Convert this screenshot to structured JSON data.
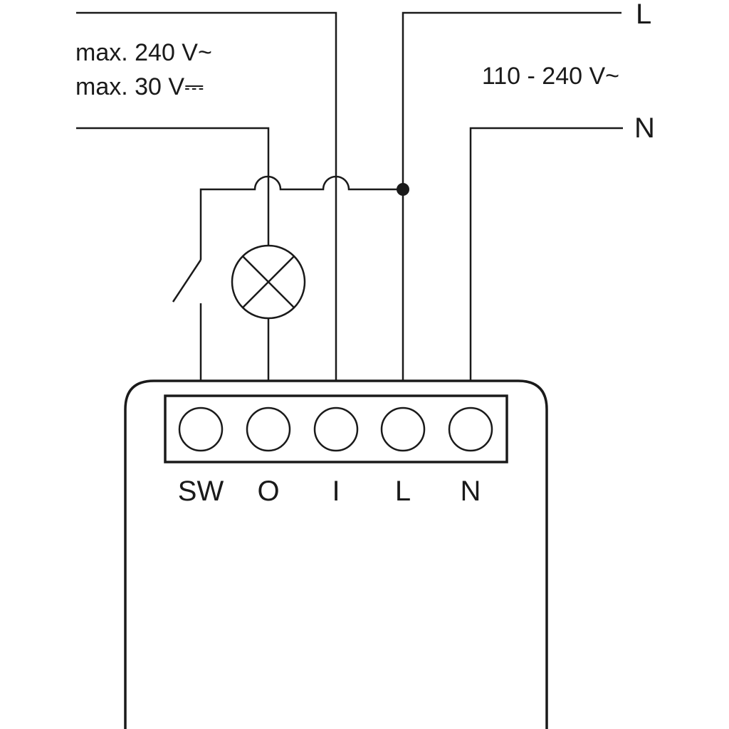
{
  "labels": {
    "ac_rating": "max. 240 V~",
    "dc_rating": "max. 30 V⎓",
    "supply_voltage": "110 - 240 V~",
    "line_L": "L",
    "neutral_N": "N"
  },
  "terminals": [
    {
      "label": "SW"
    },
    {
      "label": "O"
    },
    {
      "label": "I"
    },
    {
      "label": "L"
    },
    {
      "label": "N"
    }
  ],
  "colors": {
    "line": "#1a1a1a",
    "background": "#ffffff"
  }
}
